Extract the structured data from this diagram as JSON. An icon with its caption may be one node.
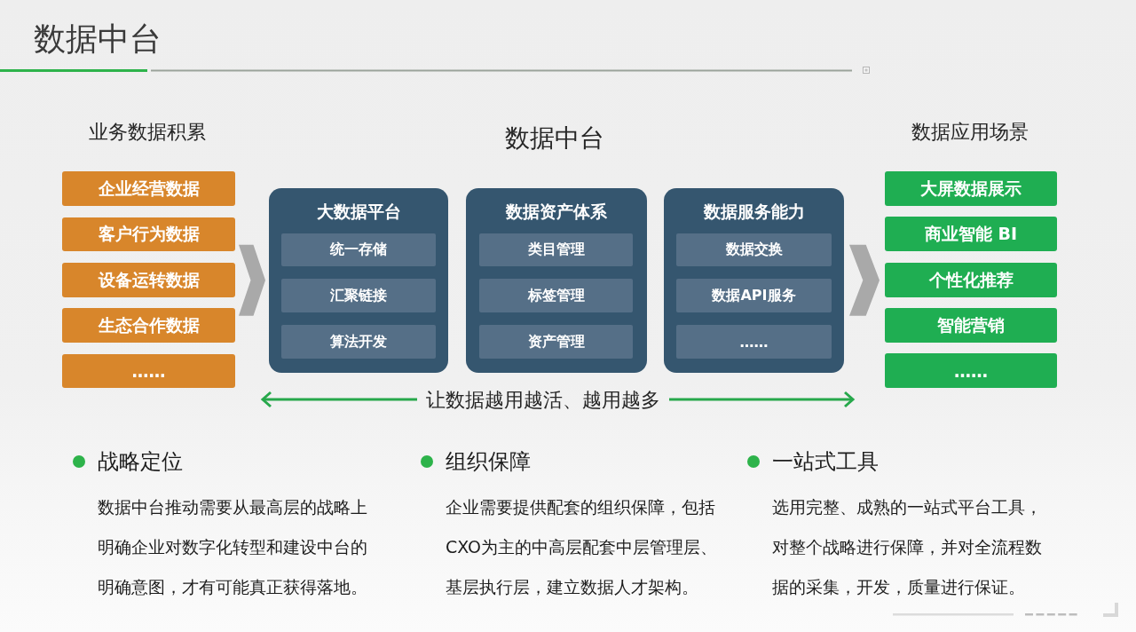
{
  "diagram": {
    "title": "数据中台",
    "nodes": [
      {
        "text": [
          "企业经营数据"
        ]
      },
      {
        "text": [
          "客户行为数据"
        ]
      },
      {
        "text": [
          "设备运转数据"
        ]
      },
      {
        "text": [
          "生态合作数据"
        ]
      },
      {
        "text": [
          "……"
        ]
      },
      {
        "text": [
          "大数据平台"
        ]
      },
      {
        "text": [
          "统一存储"
        ],
        "in": 5
      },
      {
        "text": [
          "汇聚链接"
        ],
        "in": 5
      },
      {
        "text": [
          "算法开发"
        ],
        "in": 5
      },
      {
        "text": [
          "数据资产体系"
        ]
      },
      {
        "text": [
          "类目管理"
        ],
        "in": 9
      },
      {
        "text": [
          "标签管理"
        ],
        "in": 9
      },
      {
        "text": [
          "资产管理"
        ],
        "in": 9
      },
      {
        "text": [
          "数据服务能力"
        ]
      },
      {
        "text": [
          "数据交换"
        ],
        "in": 13
      },
      {
        "text": [
          "数据API服务"
        ],
        "in": 13
      },
      {
        "text": [
          "……"
        ],
        "in": 13
      },
      {
        "text": [
          "大屏数据展示"
        ]
      },
      {
        "text": [
          "商业智能 BI"
        ]
      },
      {
        "text": [
          "个性化推荐"
        ]
      },
      {
        "text": [
          "智能营销"
        ]
      },
      {
        "text": [
          "……"
        ]
      }
    ],
    "edges": [
      {
        "from": 2,
        "to": 5,
        "arrow": "to"
      },
      {
        "from": 13,
        "to": 19,
        "arrow": "to"
      }
    ],
    "labels": [
      "业务数据积累",
      "数据中台",
      "数据应用场景",
      "让数据越用越活、越用越多",
      "战略定位",
      "数据中台推动需要从最高层的战略上明确企业对数字化转型和建设中台的明确意图，才有可能真正获得落地。",
      "组织保障",
      "企业需要提供配套的组织保障，包括CXO为主的中高层配套中层管理层、基层执行层，建立数据人才架构。",
      "一站式工具",
      "选用完整、成熟的一站式平台工具，对整个战略进行保障，并对全流程数据的采集，开发，质量进行保证。"
    ]
  }
}
